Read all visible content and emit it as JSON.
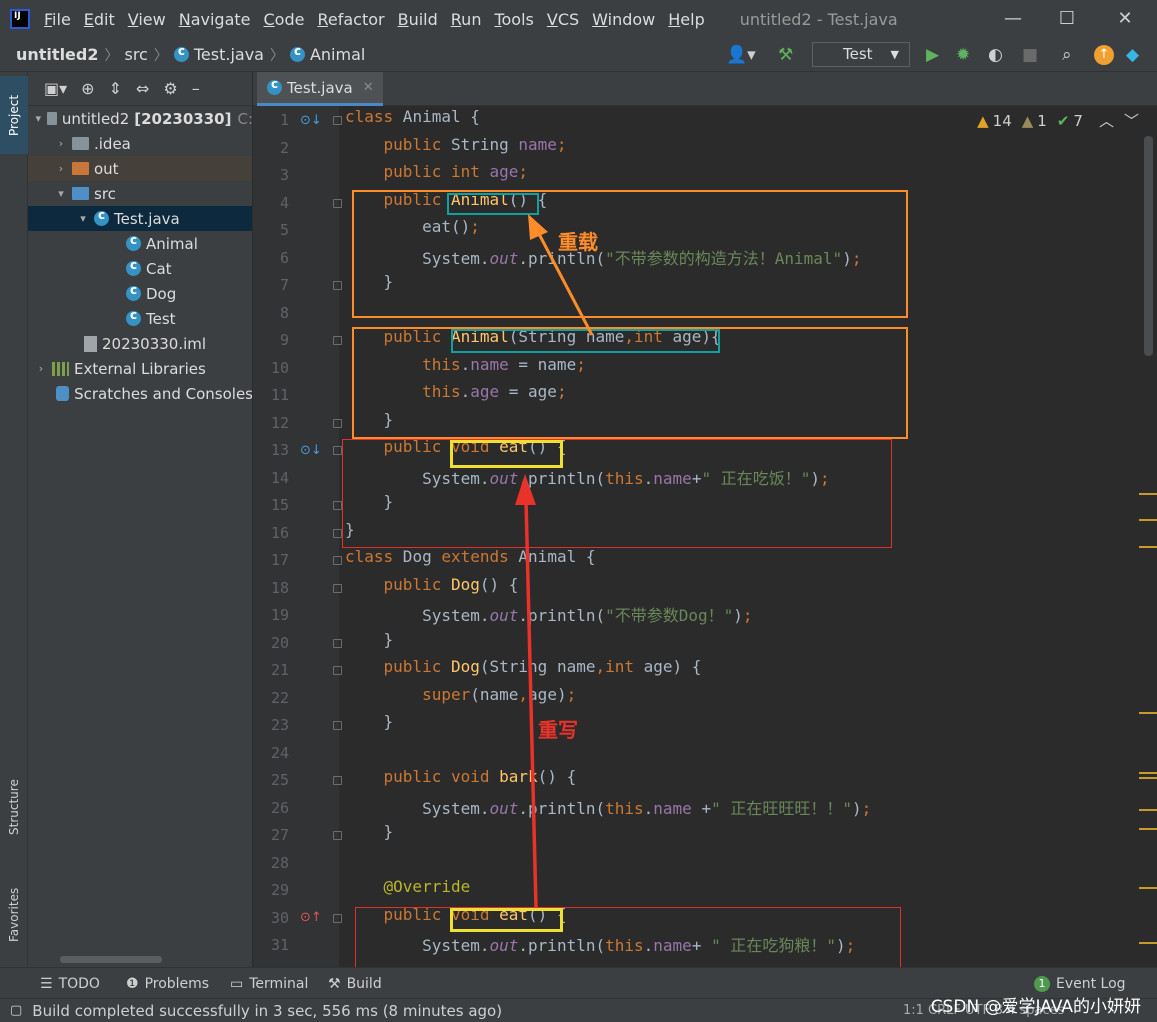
{
  "menubar": {
    "items": [
      "File",
      "Edit",
      "View",
      "Navigate",
      "Code",
      "Refactor",
      "Build",
      "Run",
      "Tools",
      "VCS",
      "Window",
      "Help"
    ],
    "window_title": "untitled2 - Test.java",
    "minimize": "—",
    "maximize": "☐",
    "close": "✕"
  },
  "navbar": {
    "crumbs": [
      "untitled2",
      "src",
      "Test.java",
      "Animal"
    ],
    "run_config": "Test"
  },
  "stripe": {
    "project": "Project",
    "structure": "Structure",
    "favorites": "Favorites"
  },
  "project": {
    "root_name": "untitled2",
    "root_suffix": "[20230330]",
    "root_path": "C:",
    "idea": ".idea",
    "out": "out",
    "src": "src",
    "test_java": "Test.java",
    "classes": [
      "Animal",
      "Cat",
      "Dog",
      "Test"
    ],
    "iml": "20230330.iml",
    "ext_libs": "External Libraries",
    "scratches": "Scratches and Consoles"
  },
  "editor": {
    "tab": "Test.java",
    "inspections": {
      "warnings": "14",
      "weak_warnings": "1",
      "ok": "7"
    },
    "line_numbers": [
      "1",
      "2",
      "3",
      "4",
      "5",
      "6",
      "7",
      "8",
      "9",
      "10",
      "11",
      "12",
      "13",
      "14",
      "15",
      "16",
      "17",
      "18",
      "19",
      "20",
      "21",
      "22",
      "23",
      "24",
      "25",
      "26",
      "27",
      "28",
      "29",
      "30",
      "31"
    ]
  },
  "annotations": {
    "overload": "重载",
    "override": "重写"
  },
  "bottom": {
    "todo": "TODO",
    "problems": "Problems",
    "terminal": "Terminal",
    "build": "Build",
    "event_log_count": "1",
    "event_log": "Event Log"
  },
  "status": {
    "message": "Build completed successfully in 3 sec, 556 ms (8 minutes ago)",
    "right": "1:1   CRLF   UTF-8   4 spaces"
  },
  "watermark": "CSDN @爱学JAVA的小妍妍",
  "colors": {
    "keyword": "#cc7832",
    "field": "#9876aa",
    "string": "#6a8759",
    "function": "#ffc66d",
    "accent": "#4a88c7"
  }
}
